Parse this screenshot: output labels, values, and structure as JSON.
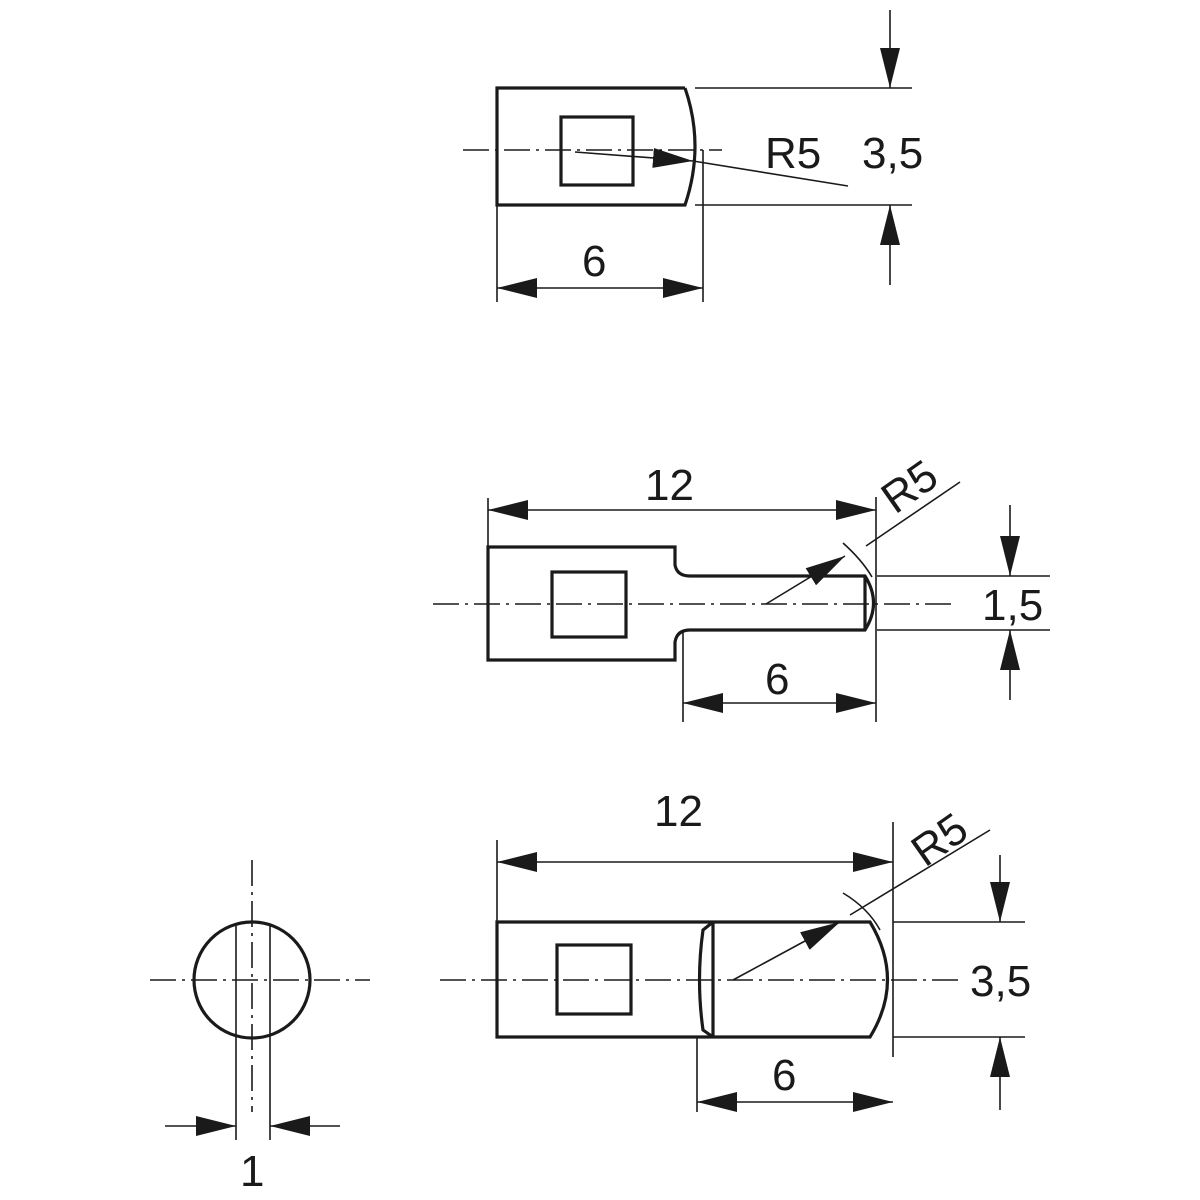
{
  "views": {
    "top": {
      "length": "6",
      "diameter": "3,5",
      "radius": "R5"
    },
    "middle": {
      "overall_length": "12",
      "shaft_length": "6",
      "diameter": "1,5",
      "radius": "R5"
    },
    "bottom": {
      "overall_length": "12",
      "end_length": "6",
      "diameter": "3,5",
      "radius": "R5"
    },
    "end_view": {
      "slot_width": "1"
    }
  },
  "colors": {
    "line": "#1a1a1a",
    "background": "#ffffff"
  }
}
